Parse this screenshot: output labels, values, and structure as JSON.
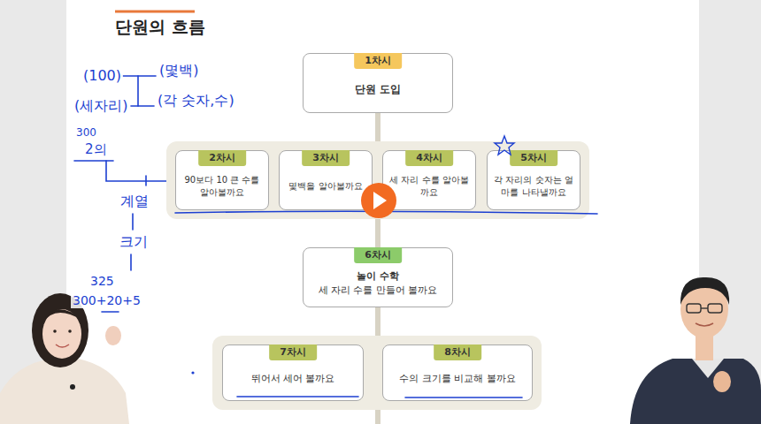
{
  "diagram": {
    "title": "단원의 흐름",
    "nodes": [
      {
        "text": [
          "1차시",
          "단원 도입"
        ]
      },
      {
        "text": []
      },
      {
        "text": [
          "2차시",
          "90보다 10 큰 수를 알아볼까요"
        ],
        "in": 1
      },
      {
        "text": [
          "3차시",
          "몇백을 알아볼까요"
        ],
        "in": 1
      },
      {
        "text": [
          "4차시",
          "세 자리 수를 알아볼까요"
        ],
        "in": 1
      },
      {
        "text": [
          "5차시",
          "각 자리의 숫자는 얼마를 나타낼까요"
        ],
        "in": 1
      },
      {
        "text": [
          "6차시",
          "놀이 수학",
          "세 자리 수를 만들어 볼까요"
        ]
      },
      {
        "text": []
      },
      {
        "text": [
          "7차시",
          "뛰어서 세어 볼까요"
        ],
        "in": 7
      },
      {
        "text": [
          "8차시",
          "수의 크기를 비교해 볼까요"
        ],
        "in": 7
      }
    ],
    "edges": [
      {
        "from": 0,
        "to": 1,
        "arrow": "none"
      },
      {
        "from": 1,
        "to": 6,
        "arrow": "none"
      },
      {
        "from": 6,
        "to": 7,
        "arrow": "none"
      }
    ],
    "labels": [
      "(100)",
      "(몇백)",
      "(세자리)",
      "(각 숫자,수)",
      "300",
      "2의",
      "계열",
      "크기",
      "325",
      "300+20+5"
    ]
  }
}
